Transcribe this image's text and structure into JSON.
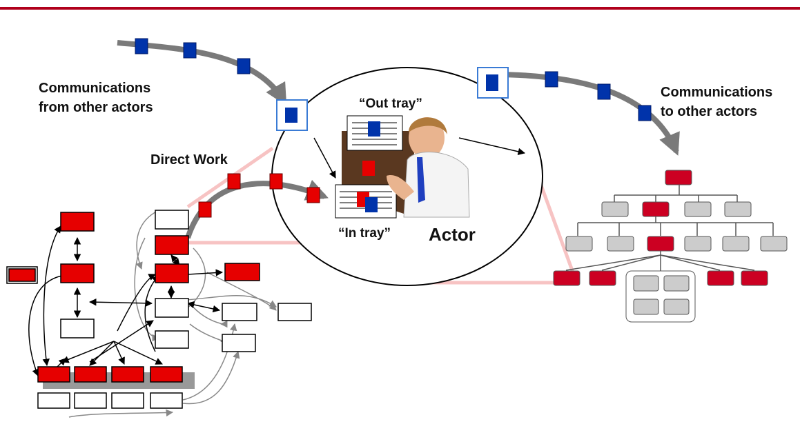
{
  "labels": {
    "comms_from": [
      "Communications",
      "from other actors"
    ],
    "comms_to": [
      "Communications",
      "to other actors"
    ],
    "direct_work": "Direct Work",
    "out_tray": "“Out tray”",
    "in_tray": "“In tray”",
    "actor": "Actor"
  },
  "icons": {
    "actor_figure": "person-at-desk-icon",
    "tray": "document-tray-icon"
  },
  "colors": {
    "header_rule": "#b0001c",
    "message": "#0033aa",
    "task": "#e60000",
    "pink_link": "#f7c3c3",
    "org_gray": "#cccccc",
    "flow": "#7a7a7a"
  }
}
